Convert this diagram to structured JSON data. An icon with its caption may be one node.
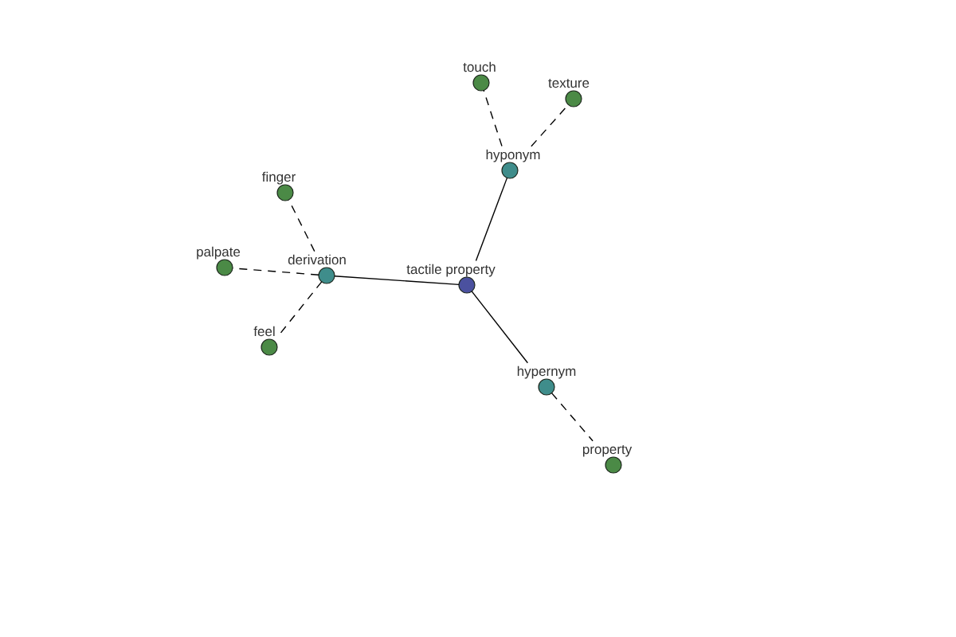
{
  "diagram": {
    "nodes": [
      {
        "text": [
          "tactile property"
        ]
      },
      {
        "text": [
          "hyponym"
        ]
      },
      {
        "text": [
          "touch"
        ]
      },
      {
        "text": [
          "texture"
        ]
      },
      {
        "text": [
          "derivation"
        ]
      },
      {
        "text": [
          "finger"
        ]
      },
      {
        "text": [
          "palpate"
        ]
      },
      {
        "text": [
          "feel"
        ]
      },
      {
        "text": [
          "hypernym"
        ]
      },
      {
        "text": [
          "property"
        ]
      }
    ],
    "edges": [
      {
        "from": 0,
        "to": 1,
        "arrow": "none"
      },
      {
        "from": 1,
        "to": 2,
        "arrow": "none",
        "style": "dashed"
      },
      {
        "from": 1,
        "to": 3,
        "arrow": "none",
        "style": "dashed"
      },
      {
        "from": 0,
        "to": 4,
        "arrow": "none"
      },
      {
        "from": 4,
        "to": 5,
        "arrow": "none",
        "style": "dashed"
      },
      {
        "from": 4,
        "to": 6,
        "arrow": "none",
        "style": "dashed"
      },
      {
        "from": 4,
        "to": 7,
        "arrow": "none",
        "style": "dashed"
      },
      {
        "from": 0,
        "to": 8,
        "arrow": "none"
      },
      {
        "from": 8,
        "to": 9,
        "arrow": "none",
        "style": "dashed"
      }
    ]
  }
}
